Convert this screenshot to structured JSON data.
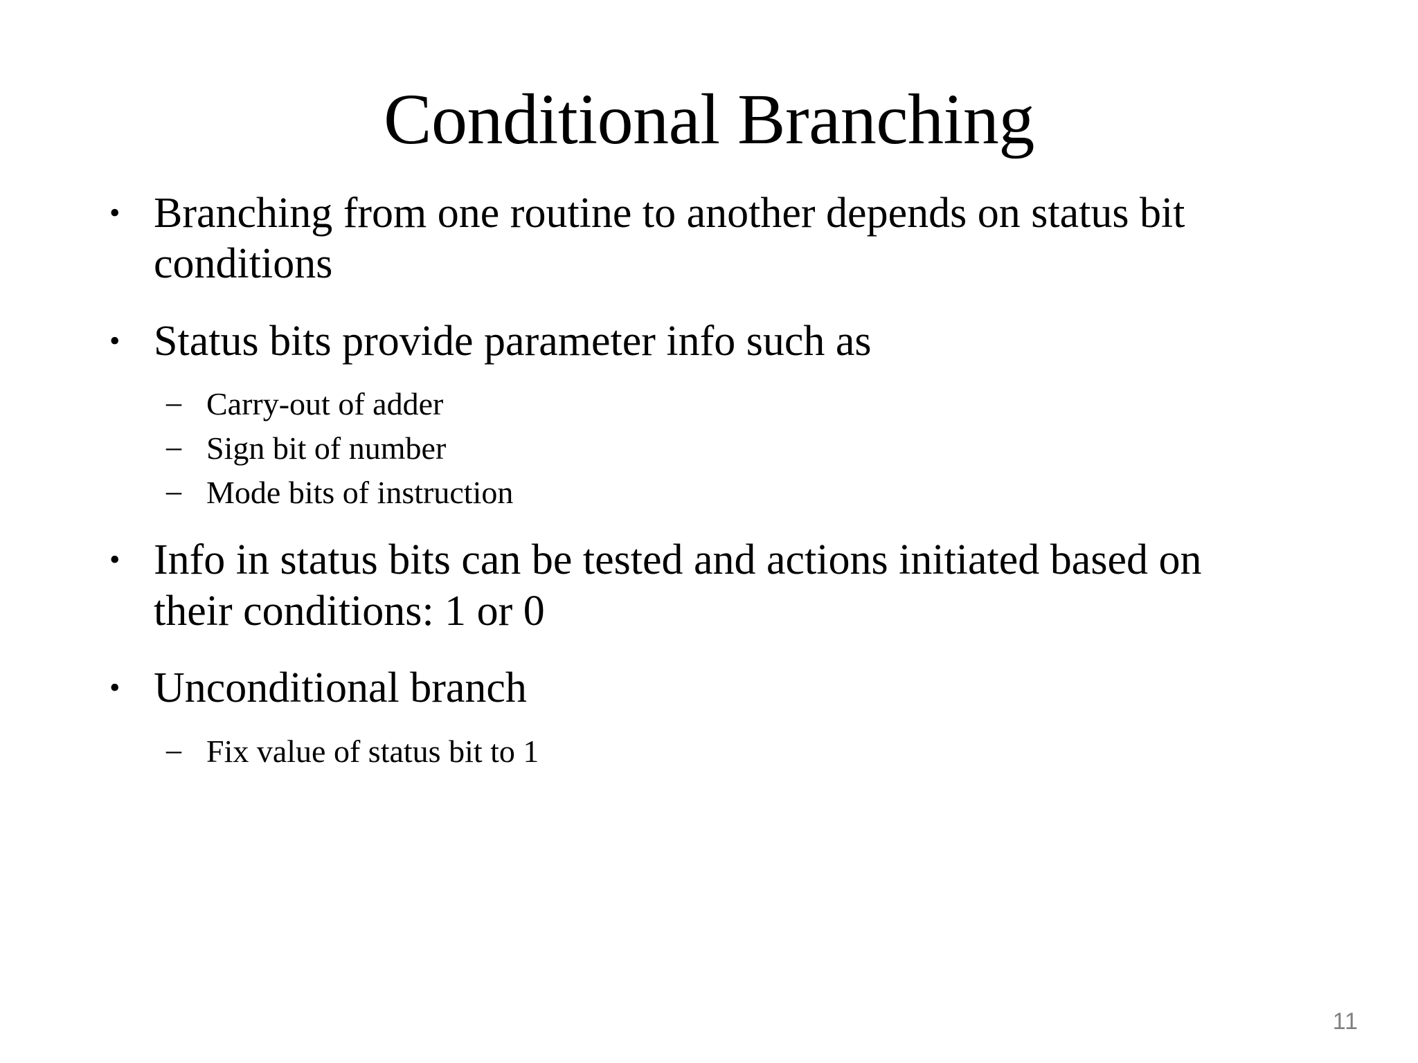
{
  "slide": {
    "title": "Conditional Branching",
    "page_number": "11",
    "background_color": "#FFFFFF",
    "text_color": "#000000",
    "page_number_color": "#808080",
    "bullet_marker_level1": "•",
    "bullet_marker_level2": "–",
    "bullets": [
      {
        "level": 1,
        "text": "Branching from one routine to another depends on status bit conditions"
      },
      {
        "level": 1,
        "text": "Status bits provide parameter info such as"
      },
      {
        "level": 2,
        "text": "Carry-out of adder"
      },
      {
        "level": 2,
        "text": "Sign bit of number"
      },
      {
        "level": 2,
        "text": "Mode bits of instruction"
      },
      {
        "level": 1,
        "text": "Info in status bits can be tested and actions initiated based on their conditions: 1 or 0"
      },
      {
        "level": 1,
        "text": "Unconditional branch"
      },
      {
        "level": 2,
        "text": "Fix value of status bit to 1"
      }
    ]
  }
}
